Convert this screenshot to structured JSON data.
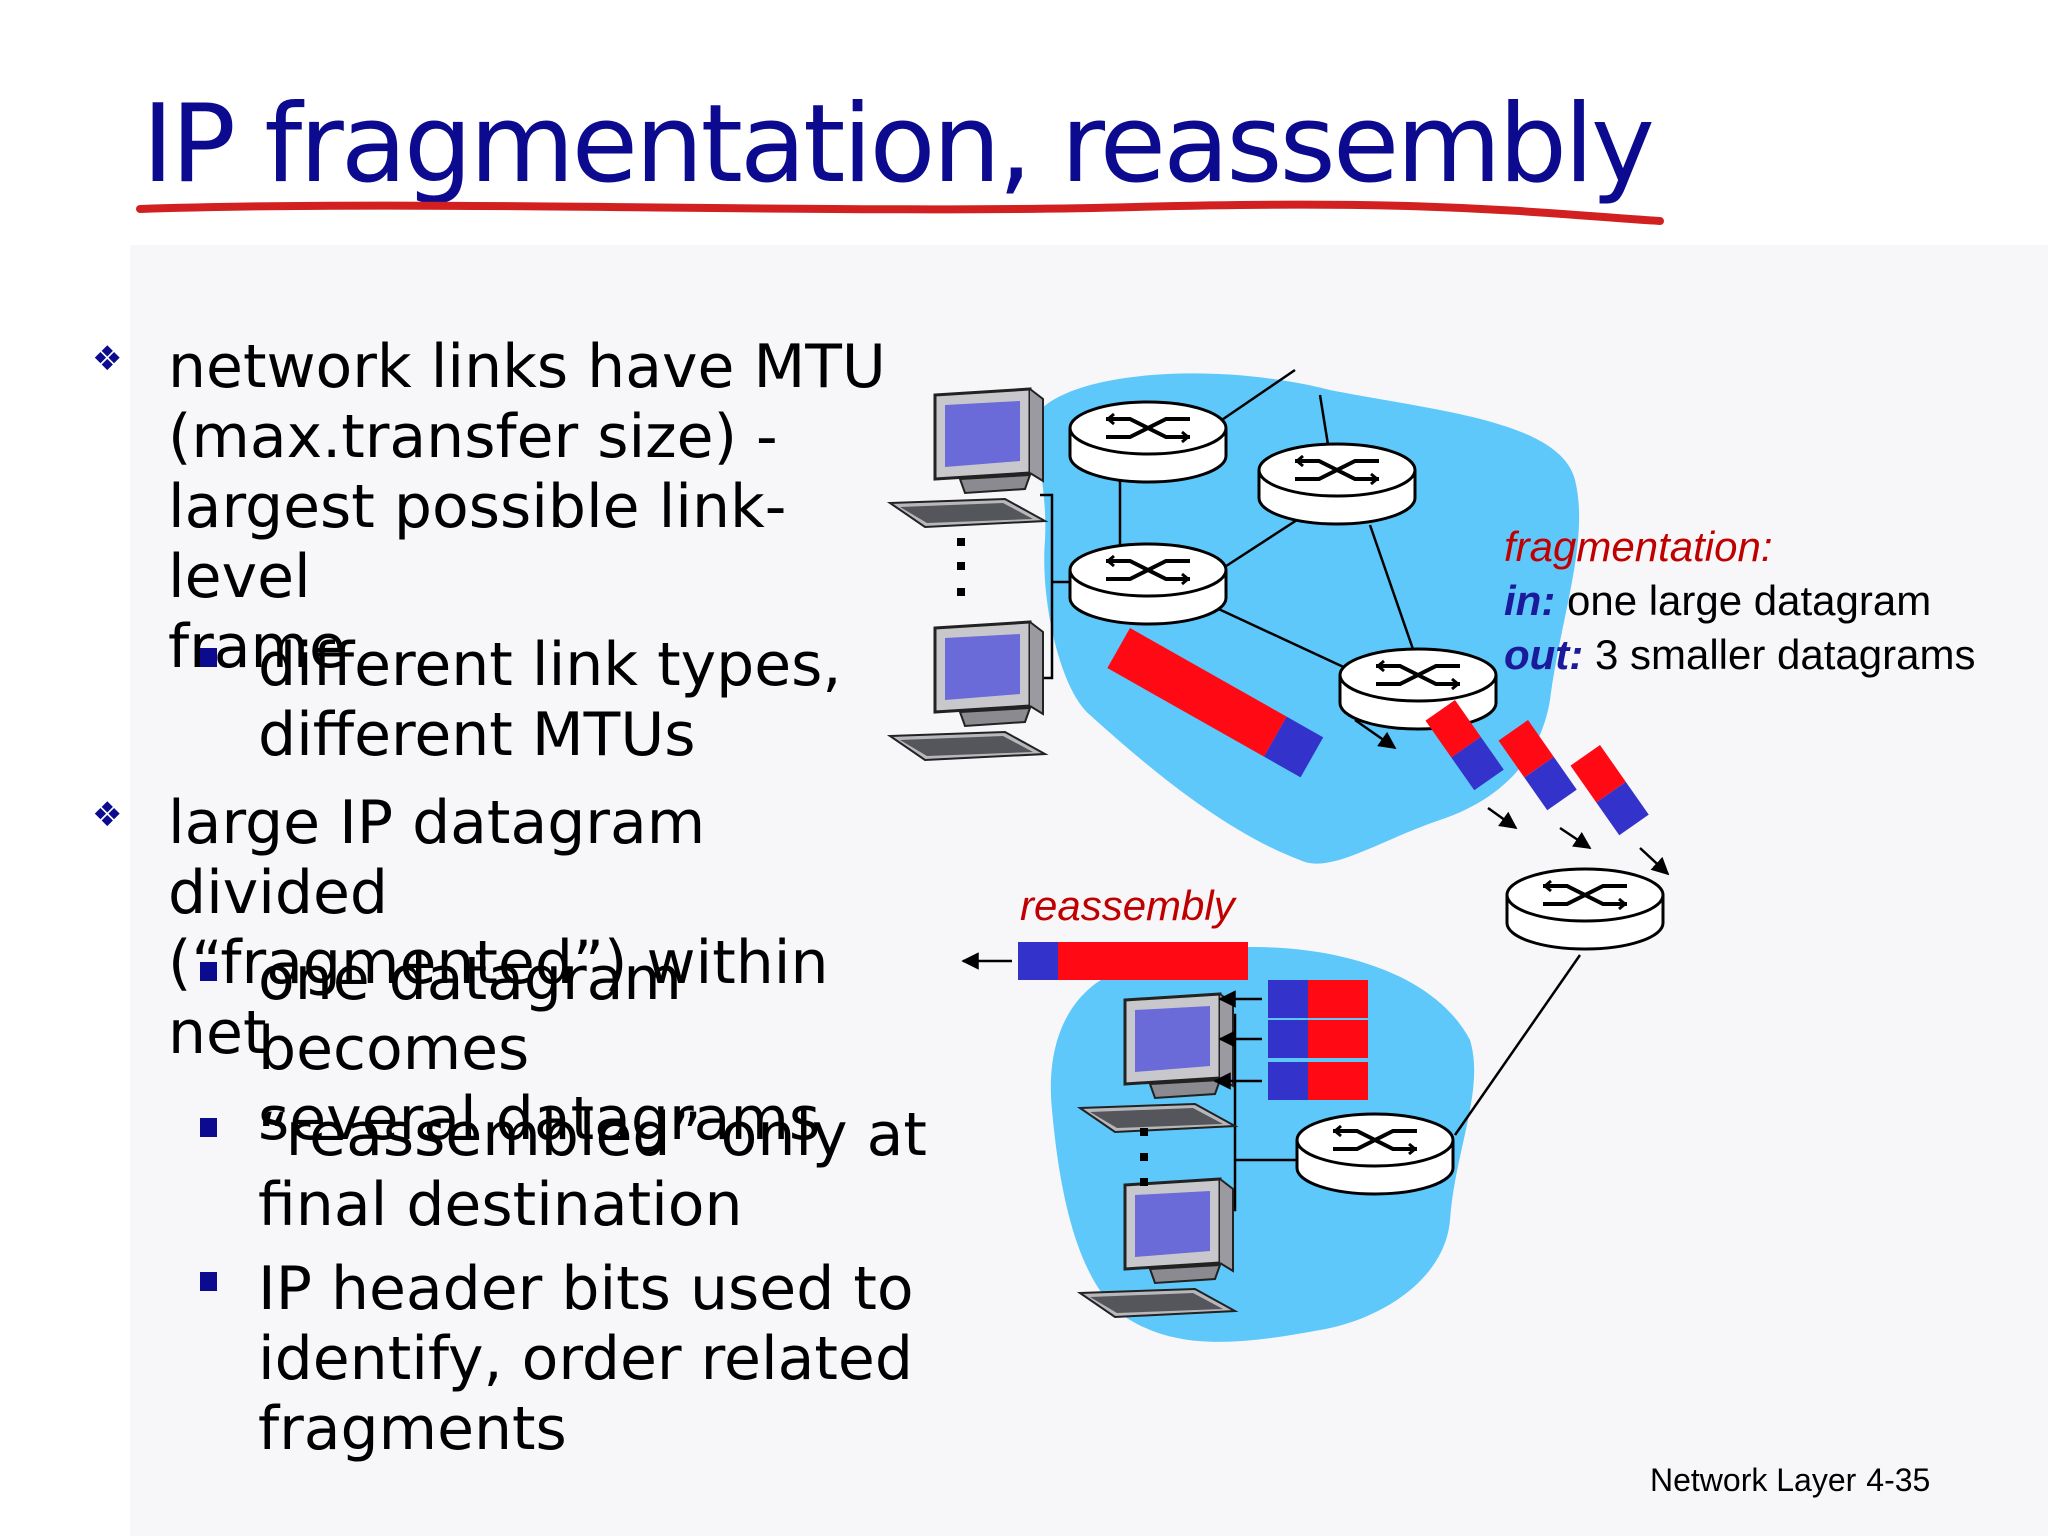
{
  "title": "IP fragmentation, reassembly",
  "bullets": [
    {
      "level": 1,
      "lines": [
        "network links have MTU",
        "(max.transfer size) -",
        "largest possible link-level",
        "frame"
      ],
      "children": [
        {
          "lines": [
            "different link types,",
            "different MTUs"
          ]
        }
      ]
    },
    {
      "level": 1,
      "lines": [
        "large IP datagram divided",
        "(“fragmented”) within net"
      ],
      "children": [
        {
          "lines": [
            "one datagram becomes",
            "several datagrams"
          ]
        },
        {
          "lines": [
            "“reassembled” only at",
            "final destination"
          ]
        },
        {
          "lines": [
            "IP header bits used to",
            "identify, order related",
            "fragments"
          ]
        }
      ]
    }
  ],
  "diagram": {
    "fragmentation": {
      "heading": "fragmentation:",
      "in_label": "in:",
      "in_text": " one large datagram",
      "out_label": "out:",
      "out_text": " 3 smaller datagrams"
    },
    "reassembly_label": "reassembly",
    "colors": {
      "network_cloud": "#5ec8fb",
      "header": "#3333cc",
      "payload": "#ff0a14",
      "title": "#0c0a8f",
      "underline": "#d22020"
    }
  },
  "footer": {
    "chapter": "Network Layer",
    "page": "4-35"
  }
}
